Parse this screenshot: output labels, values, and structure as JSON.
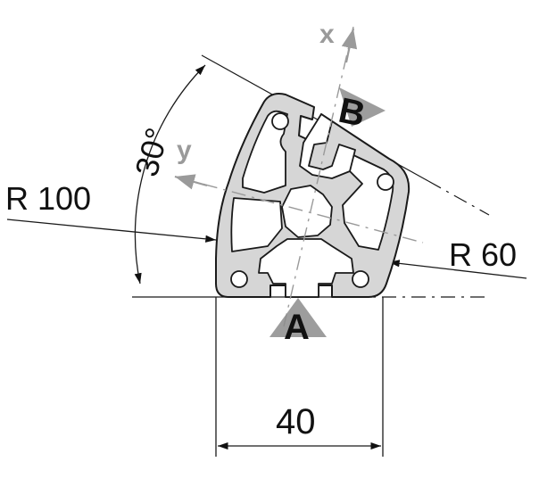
{
  "drawing": {
    "dimensions": {
      "width_label": "40",
      "angle_label": "30°",
      "outer_radius_label": "R 100",
      "inner_radius_label": "R 60"
    },
    "axes": {
      "x_label": "x",
      "y_label": "y"
    },
    "points": {
      "a_label": "A",
      "b_label": "B"
    },
    "colors": {
      "profile_fill": "#d6d6d6",
      "outline": "#1a1a1a",
      "axis_gray": "#9a9a9a",
      "pointer_gray": "#8c8c8c"
    }
  }
}
